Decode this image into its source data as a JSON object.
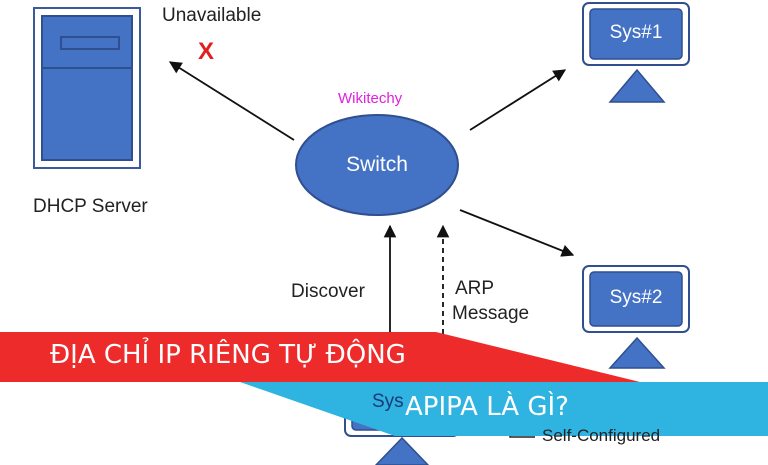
{
  "labels": {
    "unavailable": "Unavailable",
    "fail_mark": "X",
    "dhcp_server": "DHCP Server",
    "watermark": "Wikitechy",
    "switch": "Switch",
    "sys1": "Sys#1",
    "sys2": "Sys#2",
    "sys_bottom": "Sys",
    "discover": "Discover",
    "arp_line1": "ARP",
    "arp_line2": "Message",
    "self_configured": "Self-Configured"
  },
  "banner": {
    "line1": "ĐỊA CHỈ IP RIÊNG TỰ ĐỘNG",
    "line2": "APIPA LÀ GÌ?"
  },
  "colors": {
    "node_fill": "#4472C4",
    "node_stroke": "#2F4F8F",
    "banner_red": "#EE2B2B",
    "banner_blue": "#2FB3E0",
    "fail_red": "#E02020",
    "watermark": "#E020E0"
  }
}
